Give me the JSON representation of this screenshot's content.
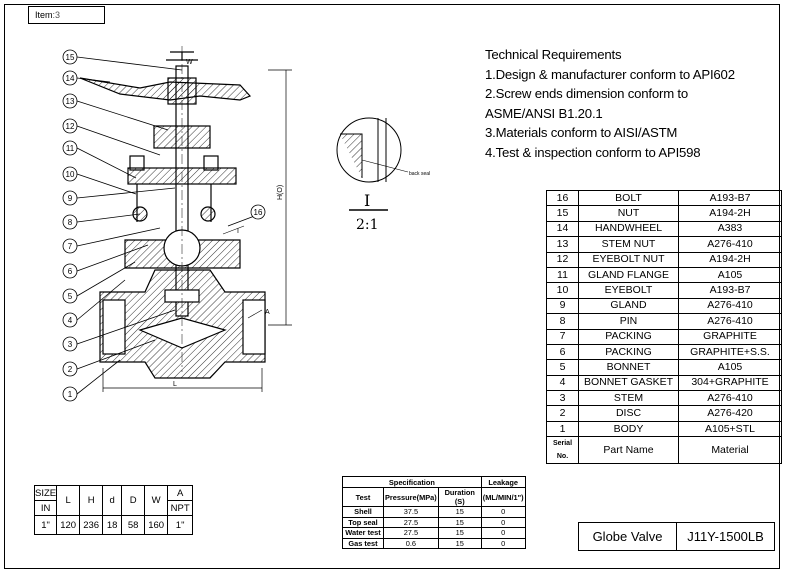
{
  "item": {
    "label": "Item",
    "value": ":3"
  },
  "tech": {
    "title": "Technical Requirements",
    "lines": [
      "1.Design & manufacturer conform to API602",
      "2.Screw ends dimension conform to ASME/ANSI B1.20.1",
      "3.Materials conform to AISI/ASTM",
      "4.Test & inspection conform to API598"
    ]
  },
  "detail": {
    "callout": "back seal",
    "roman": "I",
    "scale": "2:1"
  },
  "dimlabels": {
    "h": "H(O)",
    "l": "L",
    "a": "A",
    "sec": "I",
    "w": "W"
  },
  "balloons": [
    "15",
    "14",
    "13",
    "12",
    "11",
    "10",
    "9",
    "8",
    "7",
    "6",
    "5",
    "4",
    "3",
    "2",
    "1",
    "16"
  ],
  "parts": [
    {
      "no": "16",
      "name": "BOLT",
      "mat": "A193-B7"
    },
    {
      "no": "15",
      "name": "NUT",
      "mat": "A194-2H"
    },
    {
      "no": "14",
      "name": "HANDWHEEL",
      "mat": "A383"
    },
    {
      "no": "13",
      "name": "STEM NUT",
      "mat": "A276-410"
    },
    {
      "no": "12",
      "name": "EYEBOLT NUT",
      "mat": "A194-2H"
    },
    {
      "no": "11",
      "name": "GLAND FLANGE",
      "mat": "A105"
    },
    {
      "no": "10",
      "name": "EYEBOLT",
      "mat": "A193-B7"
    },
    {
      "no": "9",
      "name": "GLAND",
      "mat": "A276-410"
    },
    {
      "no": "8",
      "name": "PIN",
      "mat": "A276-410"
    },
    {
      "no": "7",
      "name": "PACKING",
      "mat": "GRAPHITE"
    },
    {
      "no": "6",
      "name": "PACKING",
      "mat": "GRAPHITE+S.S."
    },
    {
      "no": "5",
      "name": "BONNET",
      "mat": "A105"
    },
    {
      "no": "4",
      "name": "BONNET GASKET",
      "mat": "304+GRAPHITE"
    },
    {
      "no": "3",
      "name": "STEM",
      "mat": "A276-410"
    },
    {
      "no": "2",
      "name": "DISC",
      "mat": "A276-420"
    },
    {
      "no": "1",
      "name": "BODY",
      "mat": "A105+STL"
    }
  ],
  "parts_header": {
    "no": "Serial No.",
    "name": "Part Name",
    "mat": "Material"
  },
  "dims": {
    "size": "SIZE",
    "in": "IN",
    "L": "L",
    "H": "H",
    "d": "d",
    "D": "D",
    "W": "W",
    "A": "A",
    "npt": "NPT",
    "row": {
      "size": "1\"",
      "L": "120",
      "H": "236",
      "d": "18",
      "D": "58",
      "W": "160",
      "A": "1\""
    }
  },
  "spec": {
    "spec_label": "Specification",
    "leak_label": "Leakage",
    "h_test": "Test",
    "h_press": "Pressure(MPa)",
    "h_dur": "Duration (S)",
    "h_leak": "(ML/MIN/1\")",
    "rows": [
      {
        "test": "Shell",
        "press": "37.5",
        "dur": "15",
        "leak": "0"
      },
      {
        "test": "Top seal",
        "press": "27.5",
        "dur": "15",
        "leak": "0"
      },
      {
        "test": "Water test",
        "press": "27.5",
        "dur": "15",
        "leak": "0"
      },
      {
        "test": "Gas test",
        "press": "0.6",
        "dur": "15",
        "leak": "0"
      }
    ]
  },
  "title": {
    "name": "Globe Valve",
    "model": "J11Y-1500LB"
  }
}
